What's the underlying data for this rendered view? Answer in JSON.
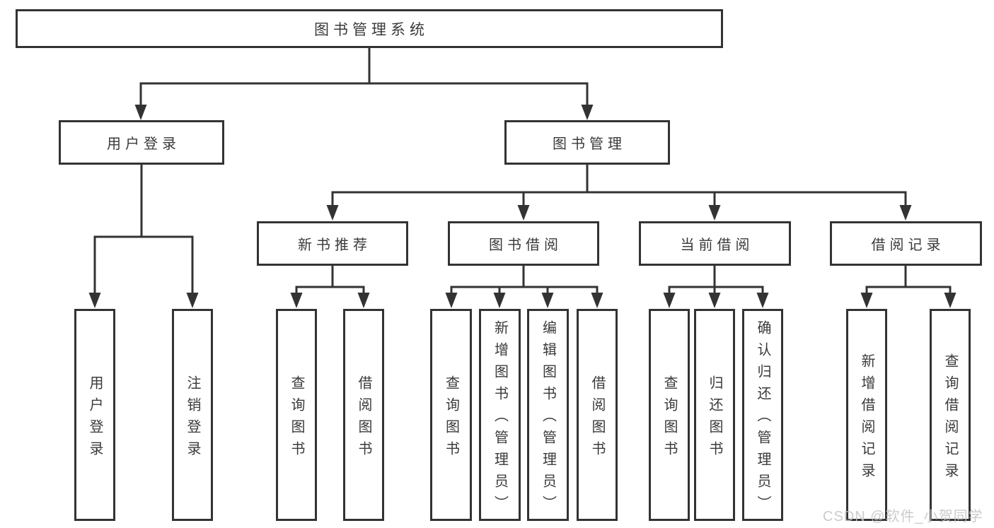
{
  "tree": {
    "label": "图书管理系统",
    "children": [
      {
        "label": "用户登录",
        "children": [
          {
            "label": "用户登录"
          },
          {
            "label": "注销登录"
          }
        ]
      },
      {
        "label": "图书管理",
        "children": [
          {
            "label": "新书推荐",
            "children": [
              {
                "label": "查询图书"
              },
              {
                "label": "借阅图书"
              }
            ]
          },
          {
            "label": "图书借阅",
            "children": [
              {
                "label": "查询图书"
              },
              {
                "label": "新增图书（管理员）"
              },
              {
                "label": "编辑图书（管理员）"
              },
              {
                "label": "借阅图书"
              }
            ]
          },
          {
            "label": "当前借阅",
            "children": [
              {
                "label": "查询图书"
              },
              {
                "label": "归还图书"
              },
              {
                "label": "确认归还（管理员）"
              }
            ]
          },
          {
            "label": "借阅记录",
            "children": [
              {
                "label": "新增借阅记录"
              },
              {
                "label": "查询借阅记录"
              }
            ]
          }
        ]
      }
    ]
  },
  "watermark": {
    "text": "CSDN @软件_小贺同学"
  },
  "colors": {
    "line": "#333333",
    "text": "#3a3a3a",
    "background": "#ffffff",
    "watermark": "#c3c3c3"
  }
}
